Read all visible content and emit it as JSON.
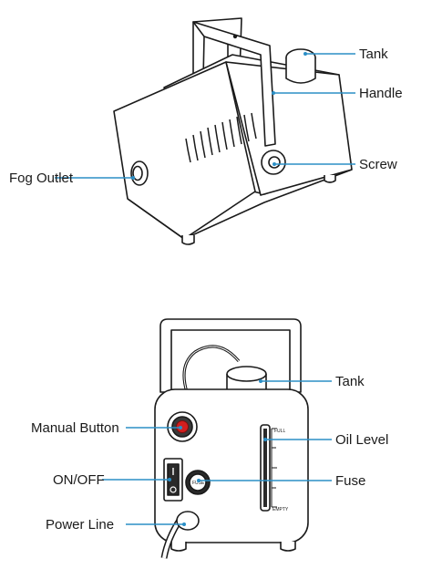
{
  "diagram_top": {
    "labels": {
      "tank": "Tank",
      "handle": "Handle",
      "screw": "Screw",
      "fog_outlet": "Fog Outlet"
    }
  },
  "diagram_bottom": {
    "labels": {
      "tank": "Tank",
      "manual_button": "Manual Button",
      "oil_level": "Oil Level",
      "on_off": "ON/OFF",
      "fuse": "Fuse",
      "power_line": "Power Line"
    },
    "gauge": {
      "full": "FULL",
      "empty": "EMPTY"
    },
    "fuse_text": "FUSE"
  },
  "colors": {
    "leader": "#2b8fc6",
    "outline": "#1a1a1a",
    "button_red": "#d21f1f"
  }
}
